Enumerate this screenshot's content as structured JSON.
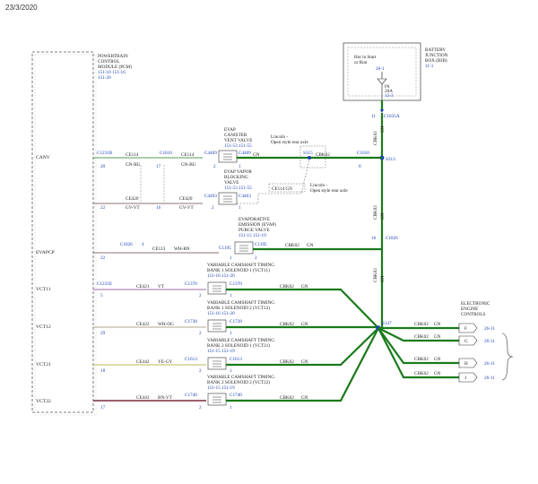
{
  "header": {
    "date": "23/3/2020"
  },
  "pcm": {
    "lines": [
      "POWERTRAIN",
      "CONTROL",
      "MODULE (PCM)"
    ],
    "ref_lines": [
      "151-10  151-16",
      "151-20"
    ]
  },
  "bjb": {
    "lines": [
      "BATTERY",
      "JUNCTION",
      "BOX (BJB)"
    ],
    "ref": "11-1",
    "hot": [
      "Hot in Start",
      "or Run"
    ],
    "conn_top": "26-1",
    "fuse_id": "F8",
    "fuse_amp": "20A",
    "fuse_ref": "13-3",
    "pin": "11",
    "conn": "C1035A"
  },
  "signals": {
    "canv": "CANV",
    "evapcp": "EVAPCP",
    "vct11": "VCT11",
    "vct12": "VCT12",
    "vct21": "VCT21",
    "vct22": "VCT22"
  },
  "connectors": {
    "c1231b": "C1231B",
    "c1231e": "C1231E",
    "c1010": "C1010",
    "c4409": "C4409",
    "c4463": "C4463",
    "c1826": "C1826",
    "c1195": "C1195",
    "c1370": "C1370",
    "c1738": "C1738",
    "c1613": "C1613",
    "c1740": "C1740",
    "s315": "S315",
    "s313": "S313",
    "s147": "S147"
  },
  "pins": {
    "p20": "20",
    "p22": "22",
    "p17": "17",
    "p16": "16",
    "p2": "2",
    "p1": "1",
    "p4": "4",
    "p8": "8",
    "p5": "5",
    "p29": "29",
    "p18": "18"
  },
  "circuits": {
    "ce114": "CE114",
    "gnbu": "GN-BU",
    "ce420": "CE420",
    "gnvt": "GV-VT",
    "cbk02": "CBK02",
    "gn": "GN",
    "ce113": "CE113",
    "whbn": "WH-BN",
    "ce421": "CE421",
    "vt": "VT",
    "ce422": "CE422",
    "whog": "WH-OG",
    "ce442": "CE442",
    "yegy": "YE-GY",
    "ce443": "CE443",
    "bnvt": "BN-VT",
    "ce114gn": "CE114   GN"
  },
  "notes": {
    "lincoln": "Lincoln -",
    "open_axle": "Open style rear axle"
  },
  "components": {
    "vent": {
      "lines": [
        "EVAP",
        "CANISTER",
        "VENT VALVE"
      ],
      "ref": "151-53   151-55"
    },
    "block": {
      "lines": [
        "EVAP VAPOR",
        "BLOCKING",
        "VALVE"
      ],
      "ref": "151-53   151-55"
    },
    "purge": {
      "lines": [
        "EVAPORATIVE",
        "EMISSION (EVAP)",
        "PURGE VALVE"
      ],
      "ref": "151-15   151-19"
    },
    "vct11": {
      "lines": [
        "VARIABLE CAMSHAFT TIMING",
        "BANK 1 SOLENOID 1 (VCT11)"
      ],
      "ref": "151-16   151-20"
    },
    "vct12": {
      "lines": [
        "VARIABLE CAMSHAFT TIMING",
        "BANK 1 SOLENOID 2 (VCT12)"
      ],
      "ref": "151-16   151-20"
    },
    "vct21": {
      "lines": [
        "VARIABLE CAMSHAFT TIMING",
        "BANK 2 SOLENOID 1 (VCT21)"
      ],
      "ref": "151-15   151-19"
    },
    "vct22": {
      "lines": [
        "VARIABLE CAMSHAFT TIMING",
        "BANK 2 SOLENOID 2 (VCT22)"
      ],
      "ref": "151-15   151-19"
    }
  },
  "ece": {
    "lines": [
      "ELECTRONIC",
      "ENGINE",
      "CONTROLS"
    ],
    "pins": [
      "F",
      "G",
      "H",
      "J"
    ],
    "ref": "26-11"
  },
  "colors": {
    "wire_green": "#1a7a1a",
    "wire_pcm": "#6a4048",
    "label_blue": "#1a3fb5"
  }
}
